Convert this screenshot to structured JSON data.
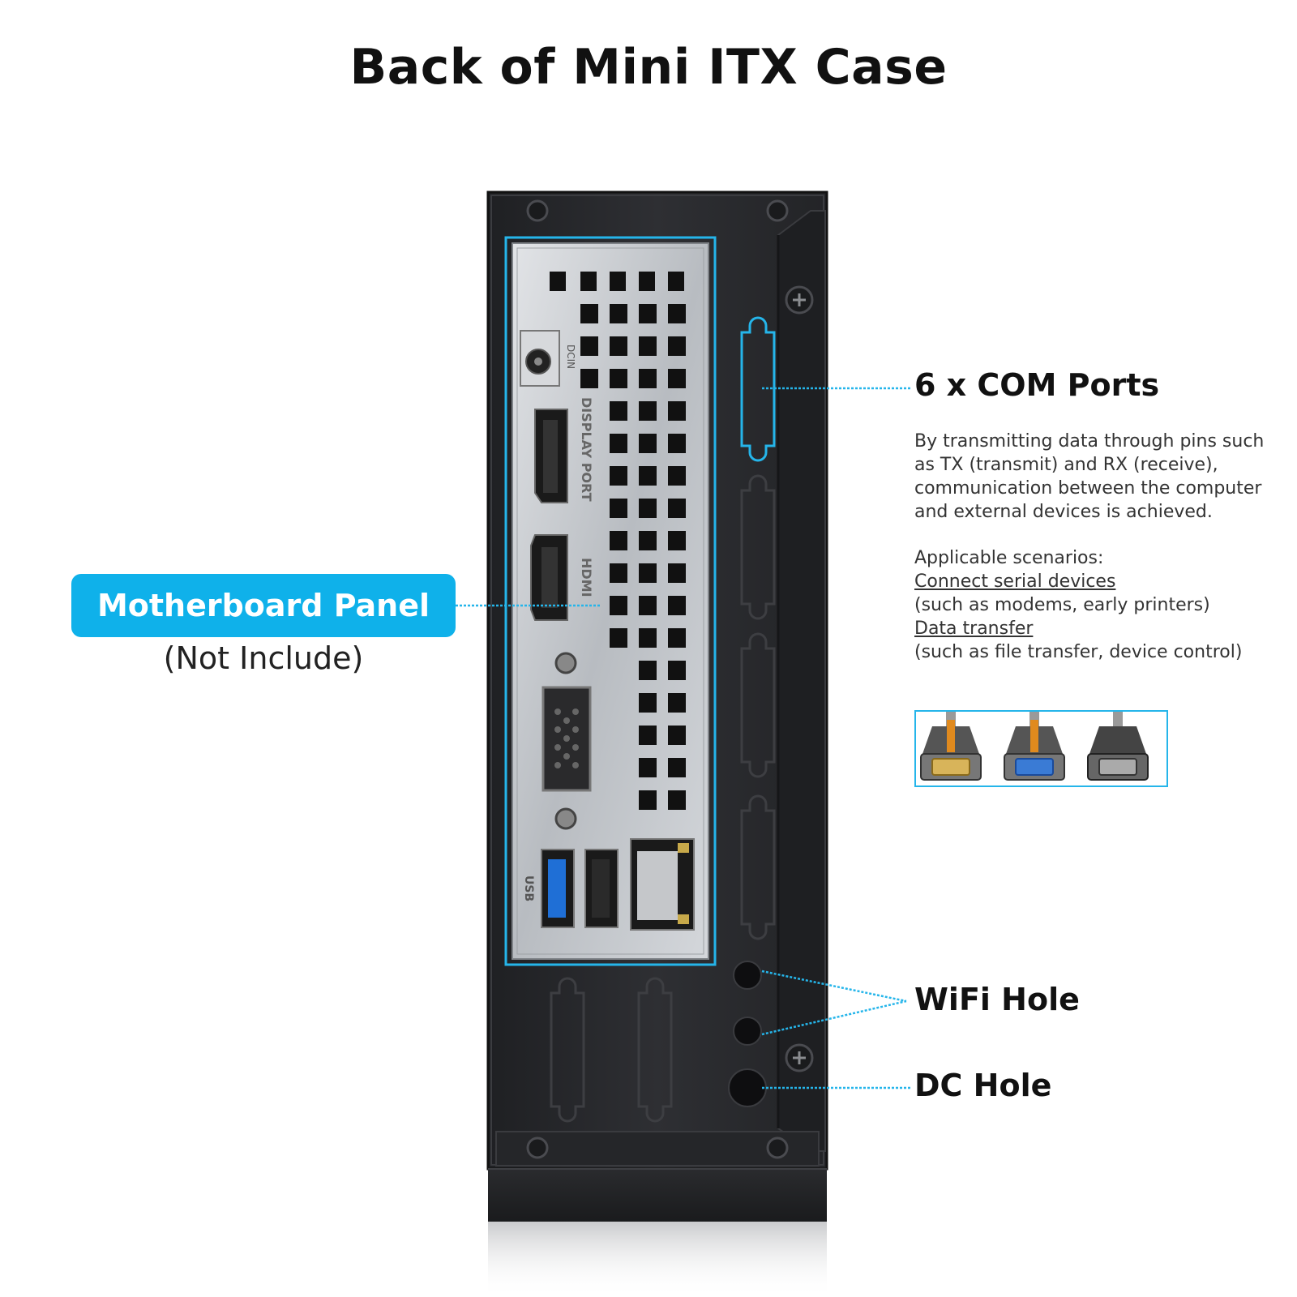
{
  "title": "Back of Mini ITX Case",
  "motherboard_panel": {
    "label": "Motherboard Panel",
    "note": "(Not Include)"
  },
  "com_ports": {
    "label": "6 x COM Ports",
    "description": "By transmitting data through pins such as TX (transmit) and RX (receive), communication between the computer and external devices is achieved.",
    "scenarios_heading": "Applicable scenarios:",
    "scenarios": [
      {
        "name": "Connect serial devices",
        "detail": "(such as modems, early printers)"
      },
      {
        "name": "Data transfer",
        "detail": "(such as file transfer, device control)"
      }
    ]
  },
  "wifi_hole": {
    "label": "WiFi Hole"
  },
  "dc_hole": {
    "label": "DC Hole"
  },
  "panel_markings": {
    "dcin": "DCIN",
    "displayport": "DISPLAY PORT",
    "hdmi": "HDMI",
    "usb": "USB"
  },
  "colors": {
    "accent": "#0fb1ea",
    "case": "#2b2c2f",
    "io_shield": "#c9ccd0"
  }
}
